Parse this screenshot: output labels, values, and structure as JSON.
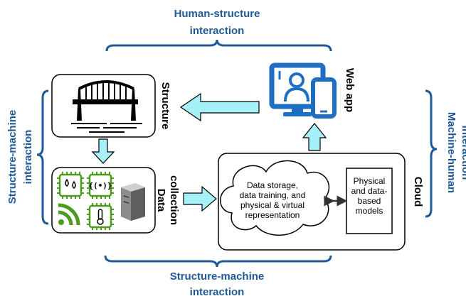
{
  "top_label": {
    "line1": "Human-structure",
    "line2": "interaction"
  },
  "bottom_label": {
    "line1": "Structure-machine",
    "line2": "interaction"
  },
  "left_label": {
    "line1": "Structure-machine",
    "line2": "interaction"
  },
  "right_label": {
    "line1": "Machine-human",
    "line2": "interaction"
  },
  "structure_label": "Structure",
  "data_collection_label": {
    "line1": "Data",
    "line2": "collection"
  },
  "web_app_label": "Web app",
  "cloud_label": "Cloud",
  "cloud_text": [
    "Data storage,",
    "data training, and",
    "physical & virtual",
    "representation"
  ],
  "models_text": [
    "Physical",
    "and data-",
    "based",
    "models"
  ],
  "colors": {
    "accent_blue": "#1f5a96",
    "arrow_fill": "#a6f0f7",
    "icon_blue": "#1e6fc2",
    "chip_green": "#4c9a1e"
  }
}
